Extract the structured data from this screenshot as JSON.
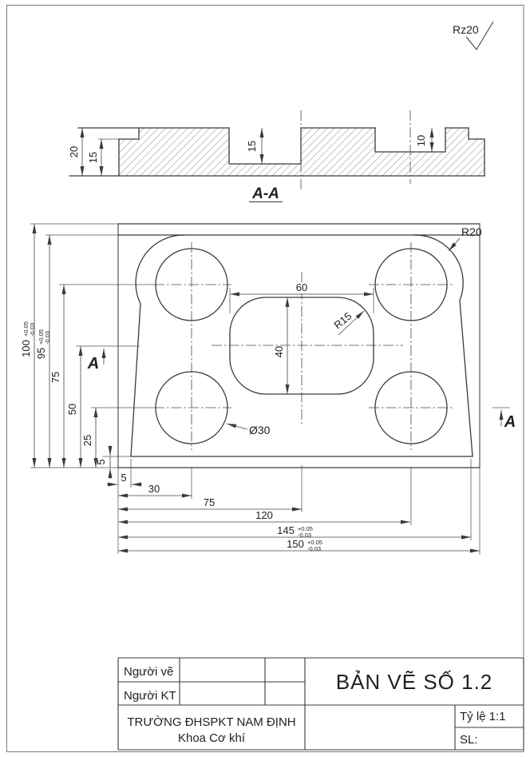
{
  "surface_finish": {
    "label": "Rz20"
  },
  "section": {
    "label": "A-A",
    "dim_total_height": "20",
    "dim_left_step_height": "15",
    "dim_pocket_depth": "15",
    "dim_counterbore_depth": "10"
  },
  "plan": {
    "corner_radius_label": "R20",
    "pocket_radius_label": "R15",
    "hole_diameter_label": "Ø30",
    "section_arrow_label": "A",
    "pocket_width": "60",
    "pocket_height": "40",
    "v100": "100",
    "v100_tol_plus": "+0.05",
    "v100_tol_minus": "-0.03",
    "v95": "95",
    "v95_tol_plus": "+0.05",
    "v95_tol_minus": "-0.03",
    "v75": "75",
    "v50": "50",
    "v25": "25",
    "v5": "5",
    "h5": "5",
    "h30": "30",
    "h75": "75",
    "h120": "120",
    "h145": "145",
    "h145_tol_plus": "+0.05",
    "h145_tol_minus": "-0.03",
    "h150": "150",
    "h150_tol_plus": "+0.05",
    "h150_tol_minus": "-0.03"
  },
  "title_block": {
    "drawn_by_label": "Người vẽ",
    "checked_by_label": "Người KT",
    "title": "BẢN VẼ SỐ 1.2",
    "school": "TRƯỜNG ĐHSPKT NAM ĐỊNH",
    "department": "Khoa Cơ khí",
    "scale_label": "Tỷ lệ 1:1",
    "quantity_label": "SL:"
  }
}
